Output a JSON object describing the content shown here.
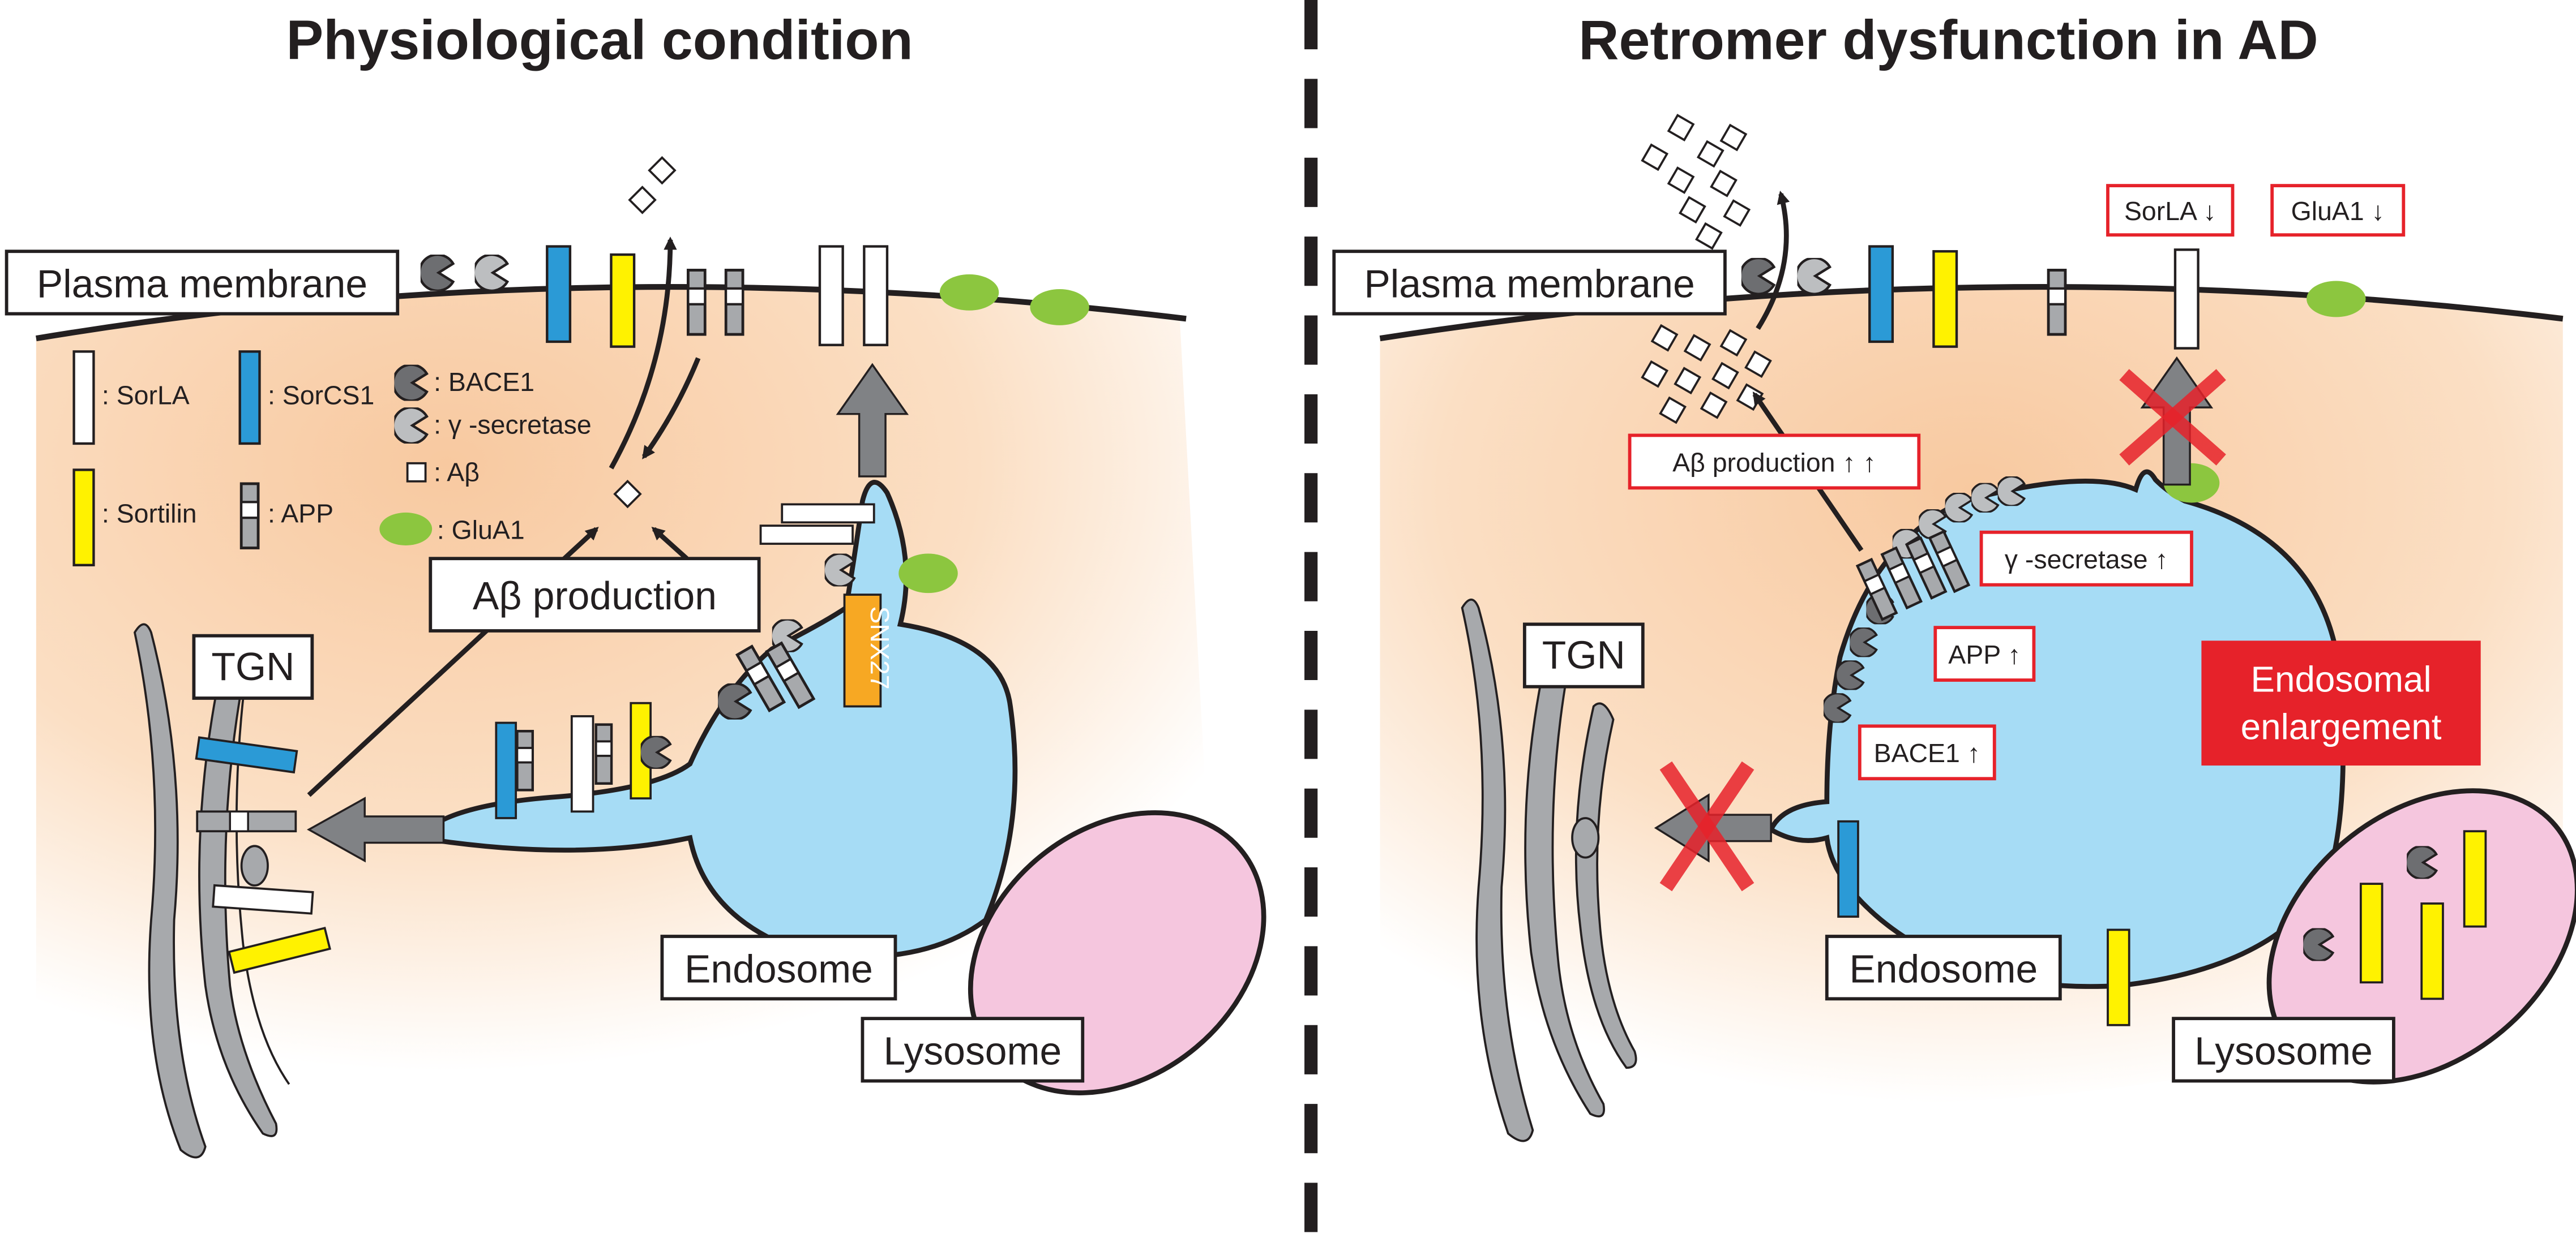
{
  "titles": {
    "left": "Physiological condition",
    "right": "Retromer dysfunction in AD"
  },
  "left": {
    "plasma_membrane": "Plasma membrane",
    "abeta_production": "Aβ production",
    "tgn": "TGN",
    "endosome": "Endosome",
    "lysosome": "Lysosome",
    "snx27": "SNX27",
    "legend": {
      "sorla": ": SorLA",
      "sorcs1": ": SorCS1",
      "sortilin": ": Sortilin",
      "app": ": APP",
      "bace1": ": BACE1",
      "gamma_secretase": ": γ -secretase",
      "abeta": ": Aβ",
      "glua1": ": GluA1"
    }
  },
  "right": {
    "plasma_membrane": "Plasma membrane",
    "tgn": "TGN",
    "endosome": "Endosome",
    "lysosome": "Lysosome",
    "sorla_down": "SorLA ↓",
    "glua1_down": "GluA1 ↓",
    "abeta_up": "Aβ production ↑ ↑",
    "gamma_up": "γ -secretase ↑",
    "app_up": "APP ↑",
    "bace1_up": "BACE1 ↑",
    "enlargement_line1": "Endosomal",
    "enlargement_line2": "enlargement"
  },
  "colors": {
    "cytoplasm": "#fbd9b8",
    "endosome": "#a6dcf5",
    "lysosome": "#f5c6de",
    "sorcs1": "#2b9ad6",
    "sortilin": "#fff200",
    "glua1": "#8cc63f",
    "snx27": "#f7a823",
    "red_accent": "#e6222a",
    "bace1": "#6d6e71",
    "gamma_secretase": "#bcbec0"
  }
}
